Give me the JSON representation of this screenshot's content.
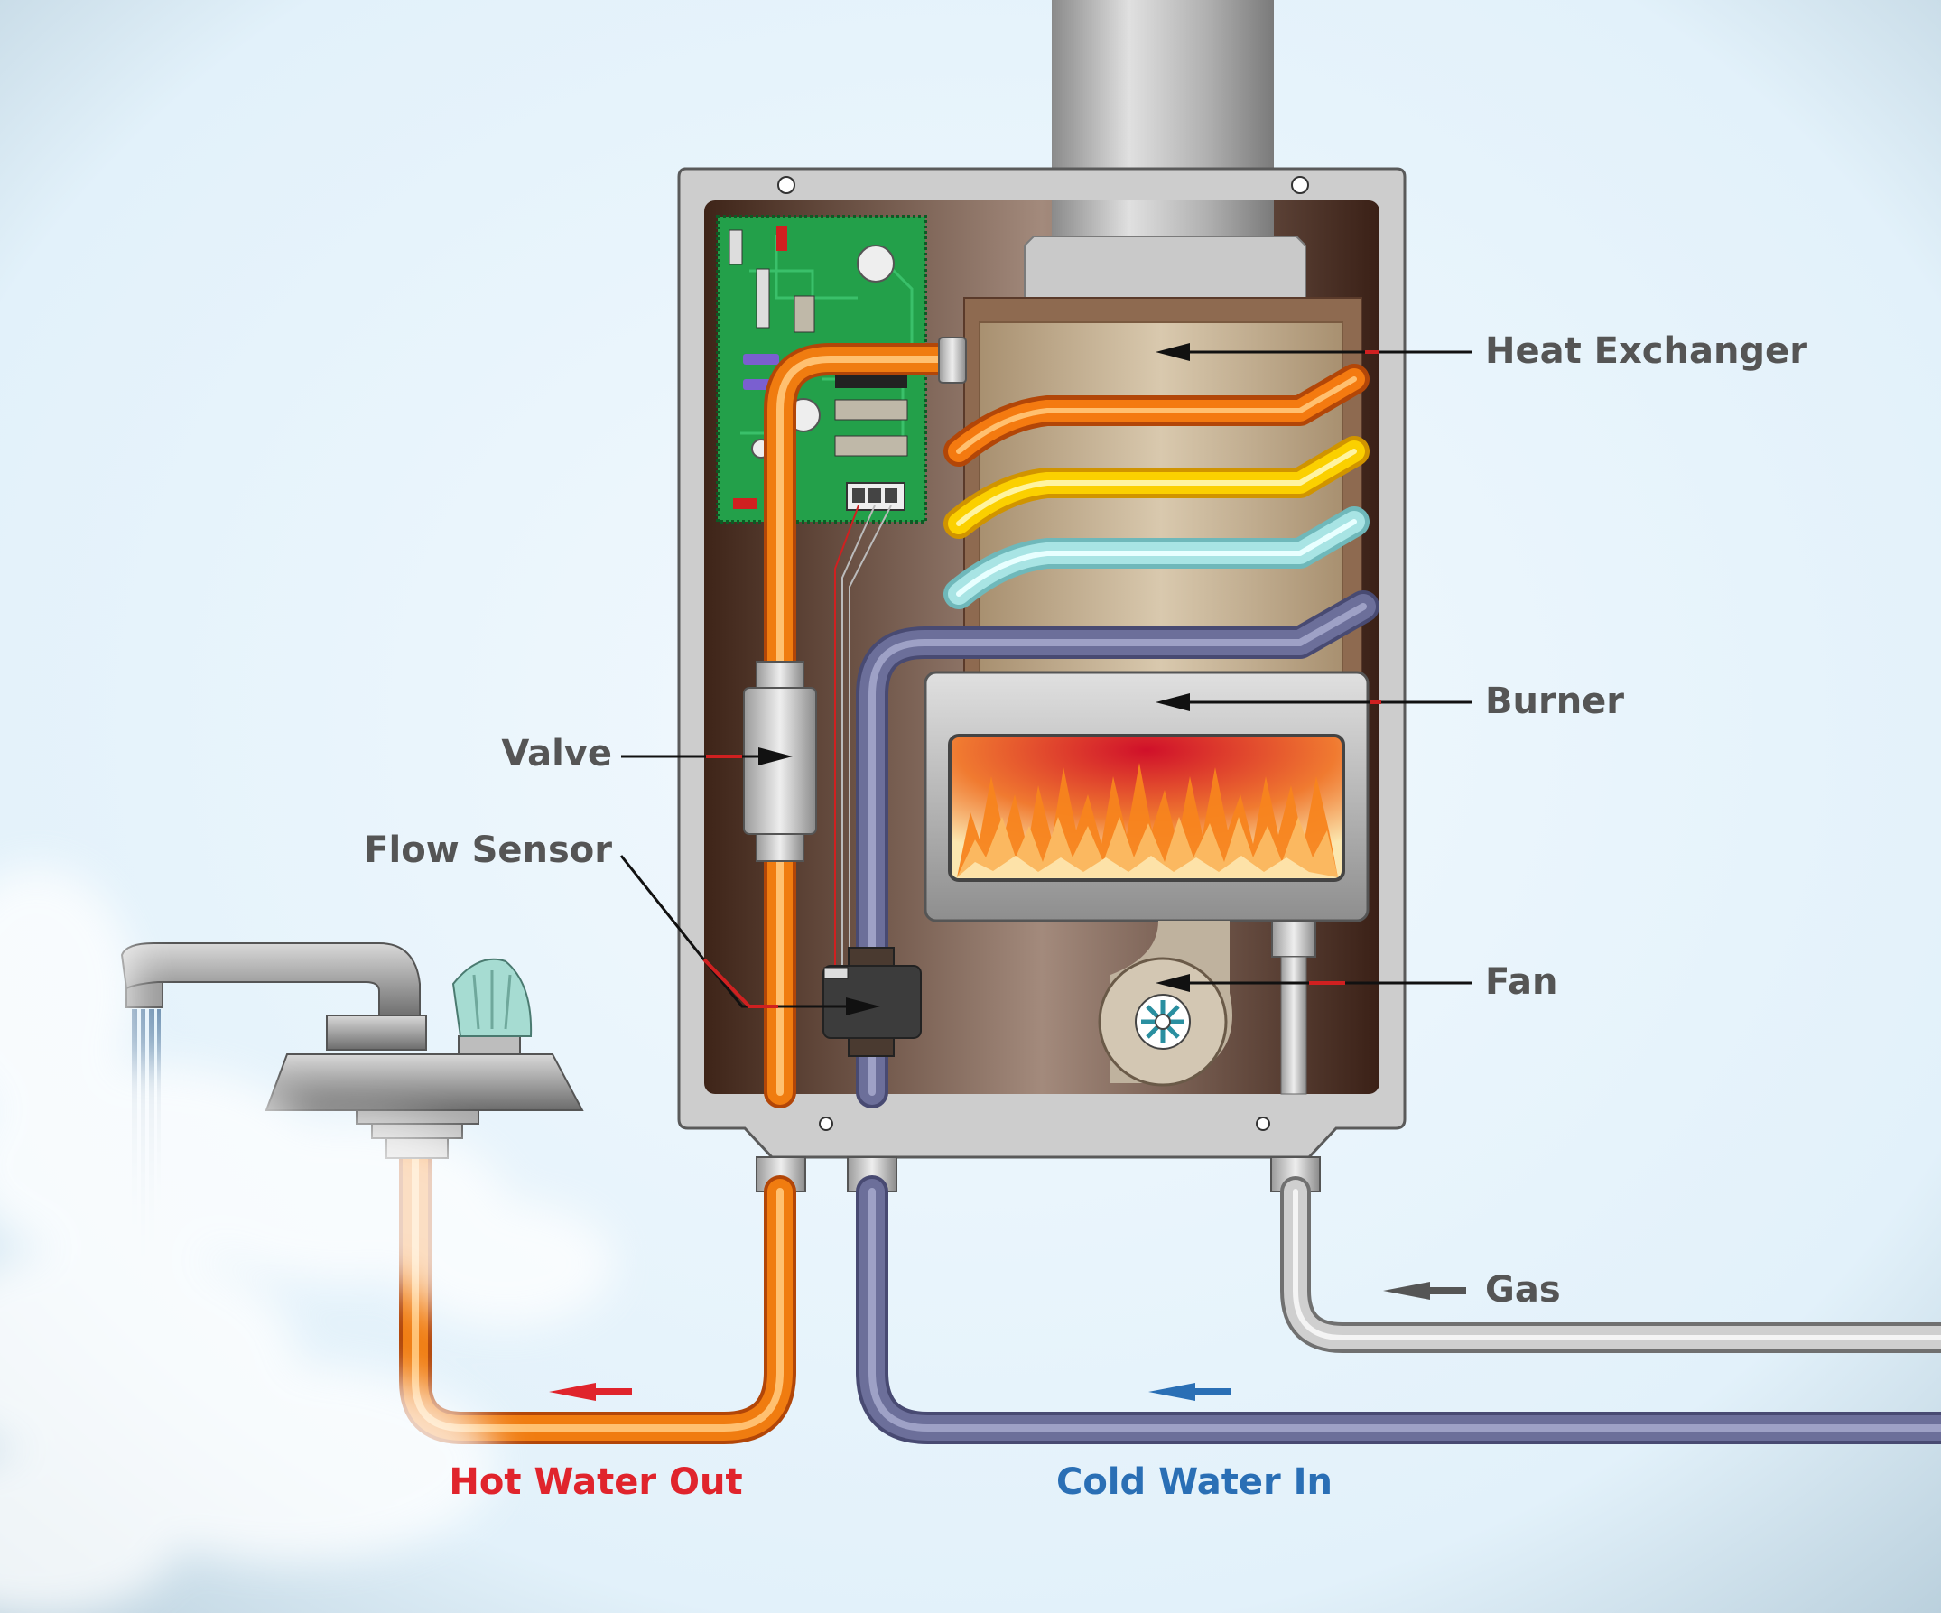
{
  "labels": {
    "heat_exchanger": "Heat Exchanger",
    "burner": "Burner",
    "valve": "Valve",
    "flow_sensor": "Flow Sensor",
    "fan": "Fan",
    "gas": "Gas",
    "hot_water_out": "Hot Water Out",
    "cold_water_in": "Cold Water In"
  },
  "colors": {
    "background": "#e6f3fb",
    "cabinet": "#c8c8c8",
    "interior": "#5a3a2a",
    "hot_pipe": "#f07c10",
    "cold_pipe": "#6c6f9a",
    "gas_pipe": "#b4b4b4",
    "coil_orange": "#f47a10",
    "coil_yellow": "#fbd000",
    "coil_cyan": "#a8e4e4",
    "circuit_board": "#23a04a",
    "hot_label": "#e0242c",
    "cold_label": "#2a6fb5",
    "label_text": "#555555",
    "gas_arrow": "#555555"
  }
}
